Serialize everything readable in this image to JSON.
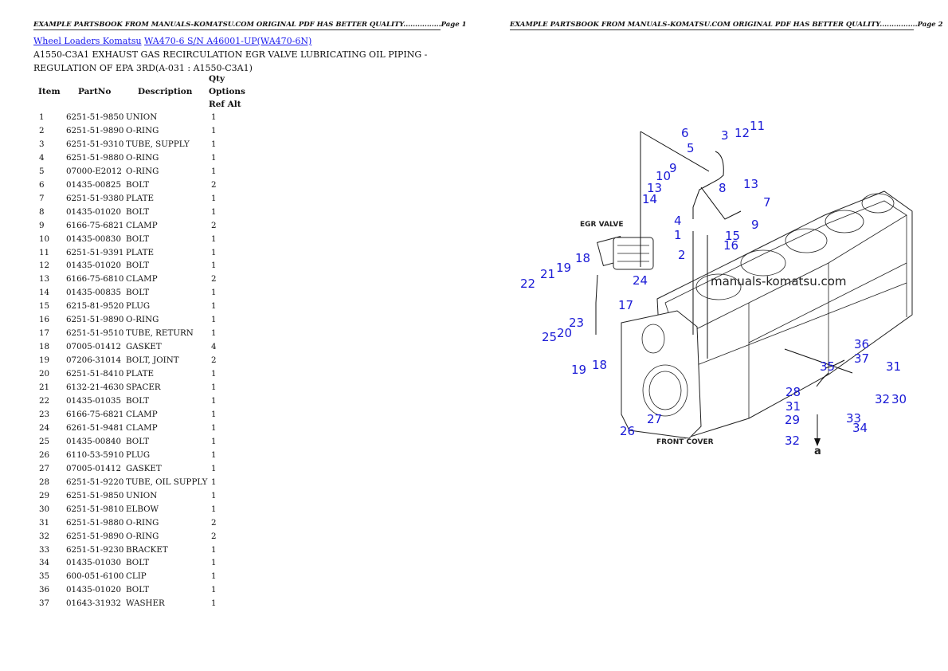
{
  "page1": {
    "header": "EXAMPLE PARTSBOOK FROM MANUALS-KOMATSU.COM ORIGINAL PDF HAS BETTER QUALITY................Page 1",
    "breadcrumb": {
      "link1": "Wheel Loaders Komatsu",
      "link2": "WA470-6 S/N A46001-UP(WA470-6N)"
    },
    "title_line1": "A1550-C3A1 EXHAUST GAS RECIRCULATION EGR VALVE LUBRICATING OIL PIPING -",
    "title_line2": "REGULATION OF EPA 3RD(A-031 : A1550-C3A1)",
    "table": {
      "headers": {
        "item": "Item",
        "partno": "PartNo",
        "description": "Description",
        "rest": "Qty Options Ref Alt"
      },
      "rows": [
        {
          "item": "1",
          "partno": "6251-51-9850",
          "description": "UNION",
          "qty": "1"
        },
        {
          "item": "2",
          "partno": "6251-51-9890",
          "description": "O-RING",
          "qty": "1"
        },
        {
          "item": "3",
          "partno": "6251-51-9310",
          "description": "TUBE, SUPPLY",
          "qty": "1"
        },
        {
          "item": "4",
          "partno": "6251-51-9880",
          "description": "O-RING",
          "qty": "1"
        },
        {
          "item": "5",
          "partno": "07000-E2012",
          "description": "O-RING",
          "qty": "1"
        },
        {
          "item": "6",
          "partno": "01435-00825",
          "description": "BOLT",
          "qty": "2"
        },
        {
          "item": "7",
          "partno": "6251-51-9380",
          "description": "PLATE",
          "qty": "1"
        },
        {
          "item": "8",
          "partno": "01435-01020",
          "description": "BOLT",
          "qty": "1"
        },
        {
          "item": "9",
          "partno": "6166-75-6821",
          "description": "CLAMP",
          "qty": "2"
        },
        {
          "item": "10",
          "partno": "01435-00830",
          "description": "BOLT",
          "qty": "1"
        },
        {
          "item": "11",
          "partno": "6251-51-9391",
          "description": "PLATE",
          "qty": "1"
        },
        {
          "item": "12",
          "partno": "01435-01020",
          "description": "BOLT",
          "qty": "1"
        },
        {
          "item": "13",
          "partno": "6166-75-6810",
          "description": "CLAMP",
          "qty": "2"
        },
        {
          "item": "14",
          "partno": "01435-00835",
          "description": "BOLT",
          "qty": "1"
        },
        {
          "item": "15",
          "partno": "6215-81-9520",
          "description": "PLUG",
          "qty": "1"
        },
        {
          "item": "16",
          "partno": "6251-51-9890",
          "description": "O-RING",
          "qty": "1"
        },
        {
          "item": "17",
          "partno": "6251-51-9510",
          "description": "TUBE, RETURN",
          "qty": "1"
        },
        {
          "item": "18",
          "partno": "07005-01412",
          "description": "GASKET",
          "qty": "4"
        },
        {
          "item": "19",
          "partno": "07206-31014",
          "description": "BOLT, JOINT",
          "qty": "2"
        },
        {
          "item": "20",
          "partno": "6251-51-8410",
          "description": "PLATE",
          "qty": "1"
        },
        {
          "item": "21",
          "partno": "6132-21-4630",
          "description": "SPACER",
          "qty": "1"
        },
        {
          "item": "22",
          "partno": "01435-01035",
          "description": "BOLT",
          "qty": "1"
        },
        {
          "item": "23",
          "partno": "6166-75-6821",
          "description": "CLAMP",
          "qty": "1"
        },
        {
          "item": "24",
          "partno": "6261-51-9481",
          "description": "CLAMP",
          "qty": "1"
        },
        {
          "item": "25",
          "partno": "01435-00840",
          "description": "BOLT",
          "qty": "1"
        },
        {
          "item": "26",
          "partno": "6110-53-5910",
          "description": "PLUG",
          "qty": "1"
        },
        {
          "item": "27",
          "partno": "07005-01412",
          "description": "GASKET",
          "qty": "1"
        },
        {
          "item": "28",
          "partno": "6251-51-9220",
          "description": "TUBE, OIL SUPPLY",
          "qty": "1"
        },
        {
          "item": "29",
          "partno": "6251-51-9850",
          "description": "UNION",
          "qty": "1"
        },
        {
          "item": "30",
          "partno": "6251-51-9810",
          "description": "ELBOW",
          "qty": "1"
        },
        {
          "item": "31",
          "partno": "6251-51-9880",
          "description": "O-RING",
          "qty": "2"
        },
        {
          "item": "32",
          "partno": "6251-51-9890",
          "description": "O-RING",
          "qty": "2"
        },
        {
          "item": "33",
          "partno": "6251-51-9230",
          "description": "BRACKET",
          "qty": "1"
        },
        {
          "item": "34",
          "partno": "01435-01030",
          "description": "BOLT",
          "qty": "1"
        },
        {
          "item": "35",
          "partno": "600-051-6100",
          "description": "CLIP",
          "qty": "1"
        },
        {
          "item": "36",
          "partno": "01435-01020",
          "description": "BOLT",
          "qty": "1"
        },
        {
          "item": "37",
          "partno": "01643-31932",
          "description": "WASHER",
          "qty": "1"
        }
      ]
    }
  },
  "page2": {
    "header": "EXAMPLE PARTSBOOK FROM MANUALS-KOMATSU.COM ORIGINAL PDF HAS BETTER QUALITY................Page 2",
    "diagram": {
      "labels": {
        "egr_valve": "EGR VALVE",
        "front_cover": "FRONT COVER",
        "arrow_ref": "a",
        "watermark": "manuals-komatsu.com"
      },
      "callouts": [
        "1",
        "2",
        "3",
        "4",
        "5",
        "6",
        "7",
        "8",
        "9",
        "9",
        "10",
        "11",
        "12",
        "13",
        "13",
        "14",
        "15",
        "16",
        "17",
        "18",
        "18",
        "19",
        "19",
        "20",
        "21",
        "22",
        "23",
        "24",
        "25",
        "26",
        "27",
        "28",
        "29",
        "30",
        "31",
        "31",
        "32",
        "32",
        "33",
        "34",
        "35",
        "36",
        "37"
      ]
    }
  }
}
